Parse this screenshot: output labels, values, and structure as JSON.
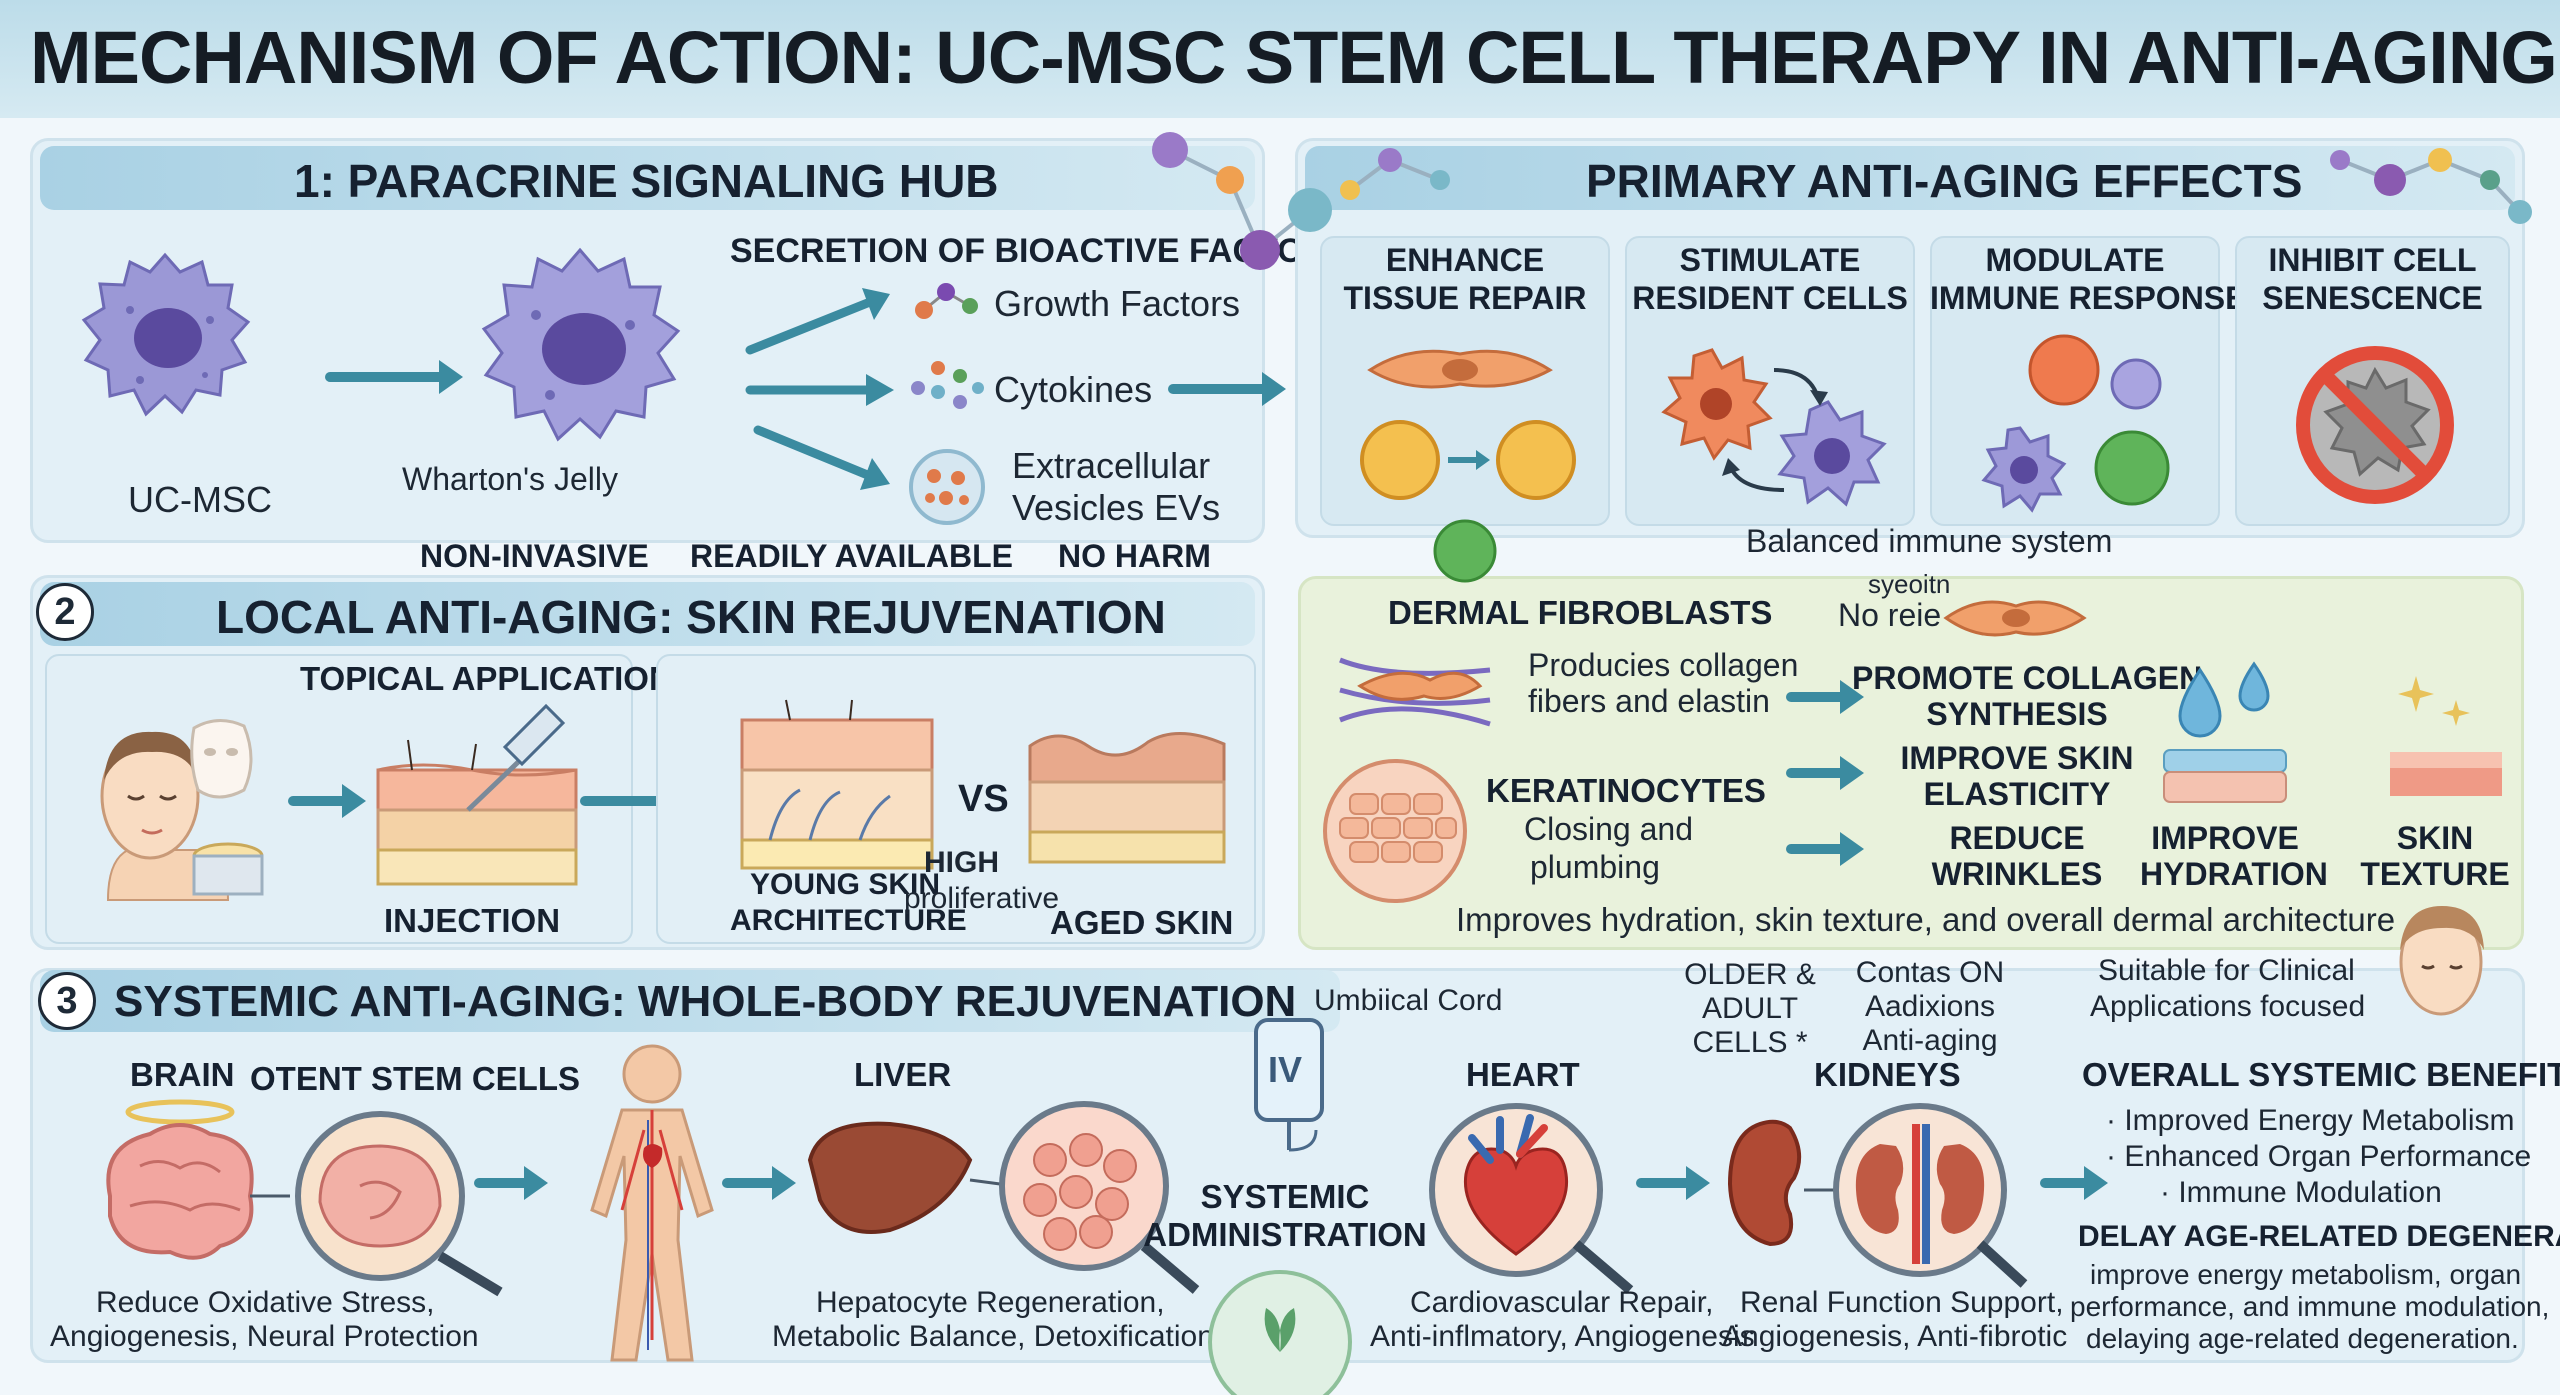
{
  "title": "MECHANISM OF ACTION: UC-MSC STEM CELL THERAPY IN ANTI-AGING",
  "section1": {
    "title": "1: PARACRINE SIGNALING HUB",
    "cell_label": "UC-MSC",
    "jelly_label": "Wharton's Jelly",
    "secretion_title": "SECRETION OF BIOACTIVE FACTORS",
    "factors": [
      "Growth Factors",
      "Cytokines",
      "Extracellular",
      "Vesicles EVs"
    ],
    "features": [
      "NON-INVASIVE",
      "READILY AVAILABLE",
      "NO HARM"
    ]
  },
  "primary": {
    "title": "PRIMARY ANTI-AGING EFFECTS",
    "cards": [
      {
        "line1": "ENHANCE",
        "line2": "TISSUE REPAIR"
      },
      {
        "line1": "STIMULATE",
        "line2": "RESIDENT CELLS"
      },
      {
        "line1": "MODULATE",
        "line2": "IMMUNE RESPONSES"
      },
      {
        "line1": "INHIBIT CELL",
        "line2": "SENESCENCE"
      }
    ],
    "balanced": "Balanced immune system"
  },
  "section2": {
    "number": "2",
    "title": "LOCAL ANTI-AGING: SKIN REJUVENATION",
    "topical": "TOPICAL APPLICATION",
    "injection": "INJECTION",
    "young1": "YOUNG SKIN",
    "young2": "ARCHITECTURE",
    "high1": "HIGH",
    "high2": "proliferative",
    "vs": "VS",
    "aged": "AGED SKIN",
    "fibro_title": "DERMAL FIBROBLASTS",
    "fibro_desc1": "Producies collagen",
    "fibro_desc2": "fibers and elastin",
    "syeoitn": "syeoitn",
    "no_rei": "No reie",
    "kera_title": "KERATINOCYTES",
    "kera_desc1": "Closing and",
    "kera_desc2": "plumbing",
    "outcomes": [
      {
        "line1": "PROMOTE COLLAGEN",
        "line2": "SYNTHESIS"
      },
      {
        "line1": "IMPROVE SKIN",
        "line2": "ELASTICITY"
      },
      {
        "line1": "REDUCE",
        "line2": "WRINKLES"
      }
    ],
    "hydration1": "IMPROVE",
    "hydration2": "HYDRATION",
    "texture1": "SKIN",
    "texture2": "TEXTURE",
    "summary": "Improves hydration, skin texture, and overall dermal architecture"
  },
  "section3": {
    "number": "3",
    "title": "SYSTEMIC ANTI-AGING: WHOLE-BODY REJUVENATION",
    "umbilical": "Umbiical Cord",
    "older1": "OLDER &",
    "older2": "ADULT",
    "older3": "CELLS *",
    "contas1": "Contas ON",
    "contas2": "Aadixions",
    "contas3": "Anti-aging",
    "suitable1": "Suitable for Clinical",
    "suitable2": "Applications focused",
    "brain": "BRAIN",
    "potent": "OTENT STEM CELLS",
    "brain_desc1": "Reduce Oxidative Stress,",
    "brain_desc2": "Angiogenesis, Neural Protection",
    "liver": "LIVER",
    "liver_desc1": "Hepatocyte Regeneration,",
    "liver_desc2": "Metabolic Balance, Detoxification",
    "iv": "IV",
    "systemic1": "SYSTEMIC",
    "systemic2": "ADMINISTRATION",
    "heart": "HEART",
    "heart_desc1": "Cardiovascular Repair,",
    "heart_desc2": "Anti-inflmatory, Angiogenesis",
    "kidneys": "KIDNEYS",
    "kidney_desc1": "Renal Function Support,",
    "kidney_desc2": "Angiogenesis, Anti-fibrotic",
    "benefits_title": "OVERALL SYSTEMIC BENEFITS",
    "benefits": [
      "· Improved Energy Metabolism",
      "· Enhanced Organ Performance",
      "· Immune Modulation"
    ],
    "delay_title": "DELAY AGE-RELATED DEGENERATION",
    "delay_desc": [
      "improve energy metabolism, organ",
      "performance, and immune modulation,",
      "delaying age-related degeneration."
    ]
  },
  "colors": {
    "accent": "#3b8ba0",
    "header": "#a9d1e4",
    "panel": "#e3f0f7",
    "cell": "#8a86c9",
    "skin": "#f3c8a6"
  }
}
